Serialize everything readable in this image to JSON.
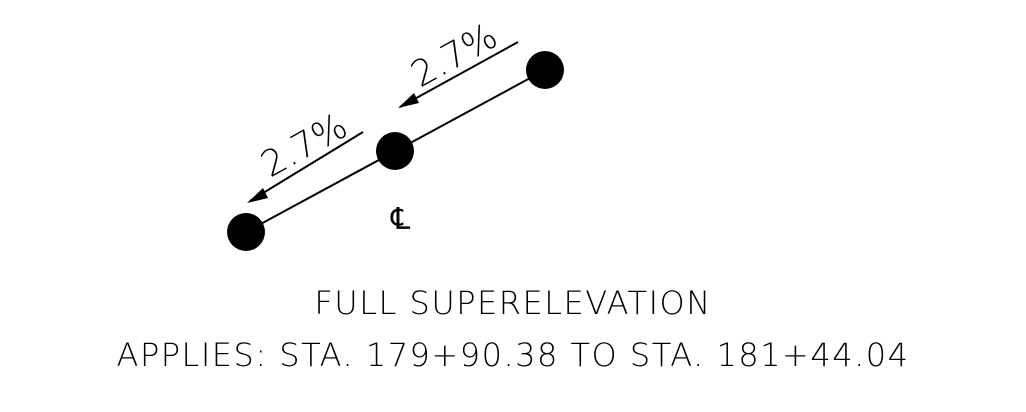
{
  "diagram": {
    "slope_left": "2.7%",
    "slope_right": "2.7%",
    "centerline_symbol": "℄",
    "caption_line1": "FULL SUPERELEVATION",
    "caption_line2": "APPLIES: STA. 179+90.38 TO STA. 181+44.04"
  }
}
